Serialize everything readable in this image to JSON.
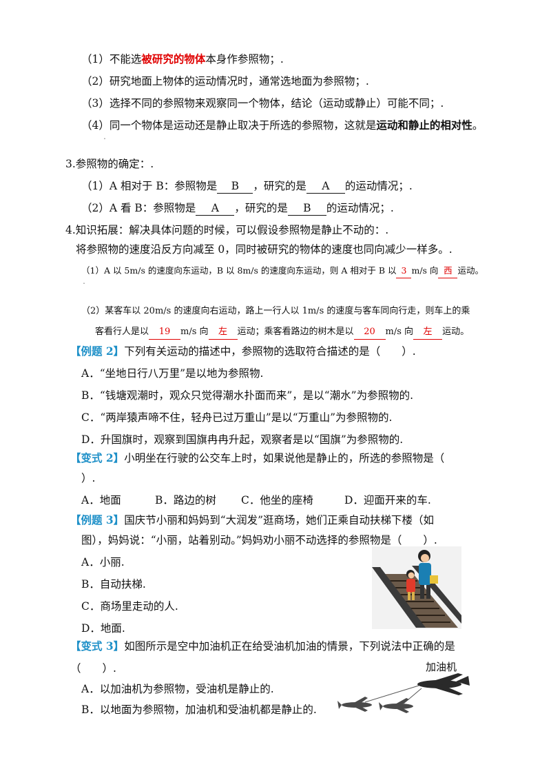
{
  "rules": {
    "r1_pre": "（1）不能选",
    "r1_hl": "被研究的物体",
    "r1_post": "本身作参照物；.",
    "r2": "（2）研究地面上物体的运动情况时，通常选地面为参照物；.",
    "r3": "（3）选择不同的参照物来观察同一个物体，结论（运动或静止）可能不同；.",
    "r4_pre": "（4）同一个物体是运动还是静止取决于所选的参照物，这就是",
    "r4_hl": "运动和静止的相对性",
    "r4_post": "。",
    "dot": "."
  },
  "section3": {
    "title": "3.参照物的确定：.",
    "l1_pre": "（1）A 相对于 B：参照物是",
    "l1_b1": "B",
    "l1_mid": "，研究的是",
    "l1_b2": "A",
    "l1_post": "的运动情况；.",
    "l2_pre": "（2）A 看 B：参照物是",
    "l2_b1": "A",
    "l2_mid": "，研究的是",
    "l2_b2": "B",
    "l2_post": "的运动情况；."
  },
  "section4": {
    "title": "4.知识拓展：解决具体问题的时候，可以假设参照物是静止不动的：.",
    "desc": "将参照物的速度沿反方向减至 0，同时被研究的物体的速度也同向减少一样多。.",
    "q1_pre": "（1）A 以 5m/s 的速度向东运动，B 以 8m/s 的速度向东运动，则 A 相对于 B 以",
    "q1_a1": "3",
    "q1_mid": "m/s 向",
    "q1_a2": "西",
    "q1_post": "运动。",
    "q1_dot": ".",
    "q2_l1": "（2）某客车以 20m/s 的速度向右运动，路上一行人以 1m/s 的速度与客车同向行走，则车上的乘",
    "q2_pre": "客看行人是以",
    "q2_a1": "19",
    "q2_m1": "m/s 向",
    "q2_a2": "左",
    "q2_m2": "运动；乘客看路边的树木是以",
    "q2_a3": "20",
    "q2_m3": "m/s 向",
    "q2_a4": "左",
    "q2_post": "运动。"
  },
  "ex2": {
    "tag": "【例题 2】",
    "stem": "下列有关运动的描述中，参照物的选取符合描述的是（　　）.",
    "A": "A．“坐地日行八万里”是以地为参照物.",
    "B": "B．“钱塘观潮时，观众只觉得潮水扑面而来”，是以“潮水”为参照物的.",
    "C": "C．“两岸猿声啼不住，轻舟已过万重山”是以“万重山”为参照物的.",
    "D": "D．升国旗时，观察到国旗冉冉升起，观察者是以“国旗”为参照物的."
  },
  "var2": {
    "tag": "【变式 2】",
    "stem": "小明坐在行驶的公交车上时，如果说他是静止的，所选的参照物是（",
    "stem2": "）.",
    "A": "A．地面",
    "B": "B．路边的树",
    "C": "C．他坐的座椅",
    "D": "D．迎面开来的车."
  },
  "ex3": {
    "tag": "【例题 3】",
    "stem": "国庆节小丽和妈妈到“大润发”逛商场，她们正乘自动扶梯下楼（如",
    "stem2": "图），妈妈说：“小丽，站着别动。”妈妈劝小丽不动选择的参照物是（　　）.",
    "A": "A．小丽.",
    "B": "B．自动扶梯.",
    "C": "C．商场里走动的人.",
    "D": "D．地面."
  },
  "var3": {
    "tag": "【变式 3】",
    "stem": "如图所示是空中加油机正在给受油机加油的情景，下列说法中正确的是",
    "stem2": "（　　）.",
    "A": "A．以加油机为参照物，受油机是静止的.",
    "B": "B．以地面为参照物，加油机和受油机都是静止的.",
    "fig_label": "加油机"
  }
}
